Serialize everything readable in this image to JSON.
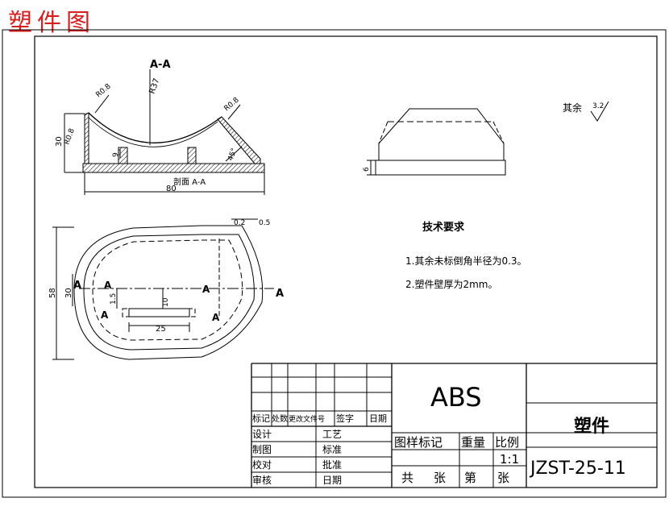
{
  "header_title": "塑件图",
  "colors": {
    "header_title": "#d81f1f",
    "lines": "#000000",
    "hatch": "#000000"
  },
  "section_view": {
    "label": "A-A",
    "bottom_label": "剖面 A-A",
    "dimensions": {
      "r_top_left": "R0.8",
      "r_center": "R37",
      "r_top_right": "R0.8",
      "r_left": "R0.8",
      "height": "30",
      "step": "9",
      "angle": "45°",
      "width": "80"
    }
  },
  "side_view": {
    "dim_height": "6"
  },
  "surface_note": {
    "label": "其余",
    "value": "3.2"
  },
  "plan_view": {
    "dim_top": "0.2",
    "dim_top_2": "0.5",
    "dim_height_outer": "58",
    "dim_height_inner": "30",
    "dim_slot_offset": "1.5",
    "dim_slot_height": "10",
    "dim_slot_width": "25",
    "cut_label": "A"
  },
  "tech_requirements": {
    "title": "技术要求",
    "items": [
      "1.其余未标倒角半径为0.3。",
      "2.塑件壁厚为2mm。"
    ]
  },
  "title_block": {
    "material": "ABS",
    "part_name": "塑件",
    "drawing_no": "JZST-25-11",
    "rev_headers": [
      "标记",
      "处数",
      "更改文件号",
      "签字",
      "日期"
    ],
    "left_labels": [
      "设计",
      "制图",
      "校对",
      "审核"
    ],
    "mid_labels": [
      "工艺",
      "标准",
      "批准",
      "日期"
    ],
    "info_headers": [
      "图样标记",
      "重量",
      "比例"
    ],
    "scale": "1:1",
    "sheet_labels": [
      "共",
      "张",
      "第",
      "张"
    ]
  }
}
